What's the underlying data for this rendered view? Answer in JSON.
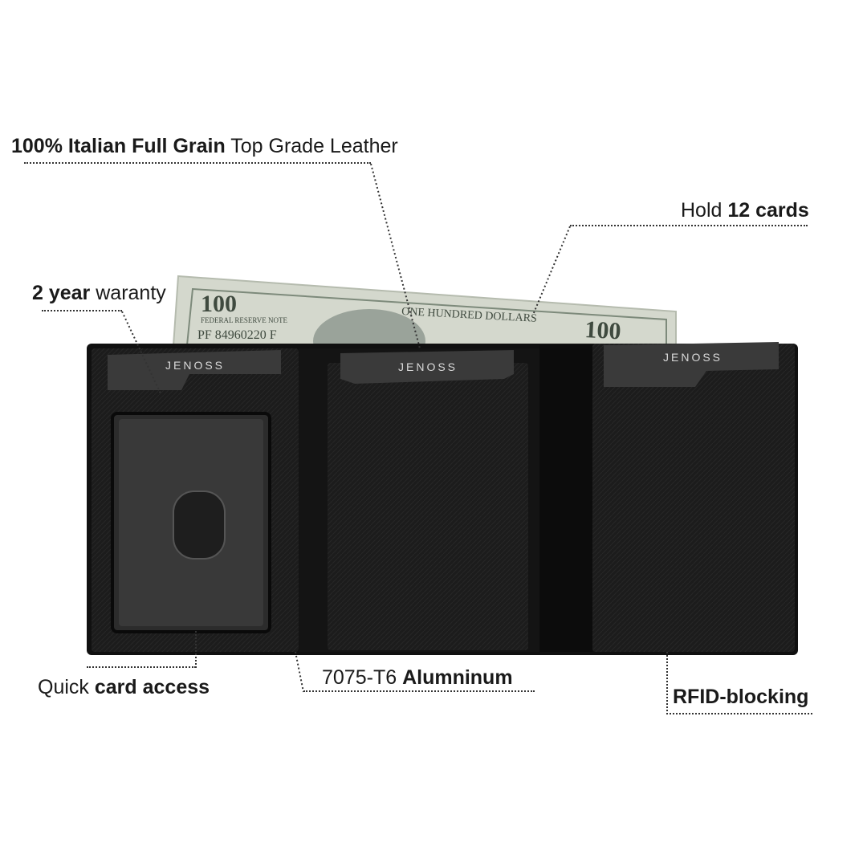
{
  "annotations": {
    "leather": {
      "bold": "100% Italian Full Grain",
      "normal": " Top Grade Leather"
    },
    "cards": {
      "normal": "Hold ",
      "bold": "12 cards"
    },
    "warranty": {
      "bold": "2 year",
      "normal": " waranty"
    },
    "access": {
      "normal": "Quick ",
      "bold": "card access"
    },
    "aluminum": {
      "normal": "7075-T6 ",
      "bold": "Alumninum"
    },
    "rfid": {
      "bold": "RFID-blocking"
    }
  },
  "product": {
    "brand": "JENOSS",
    "bill": {
      "denomination": "100",
      "serial": "PF 84960220 F",
      "bank": "FEDERAL RESERVE NOTE",
      "words": "ONE HUNDRED DOLLARS"
    }
  },
  "colors": {
    "leather": "#1b1b1b",
    "bill": "#d8dcd2",
    "card": "#3a3a3a"
  }
}
